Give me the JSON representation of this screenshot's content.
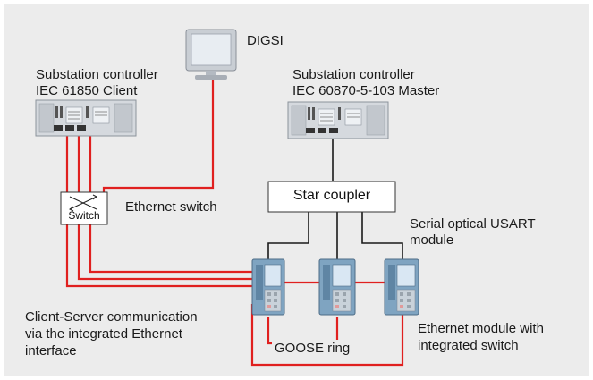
{
  "labels": {
    "digsi": "DIGSI",
    "controller_left_line1": "Substation controller",
    "controller_left_line2": "IEC 61850 Client",
    "controller_right_line1": "Substation controller",
    "controller_right_line2": "IEC 60870-5-103 Master",
    "ethernet_switch": "Ethernet switch",
    "switch_box": "Switch",
    "star_coupler": "Star coupler",
    "usart_line1": "Serial optical USART",
    "usart_line2": "module",
    "client_server_line1": "Client-Server communication",
    "client_server_line2": "via the integrated Ethernet",
    "client_server_line3": "interface",
    "goose_ring": "GOOSE ring",
    "eth_module_line1": "Ethernet module with",
    "eth_module_line2": "integrated switch"
  },
  "colors": {
    "background": "#ececec",
    "red_link": "#e0201f",
    "black_link": "#1a1a1a",
    "device_frame": "#d5d9de",
    "relay_body": "#7fa4c1",
    "relay_screen": "#d9e7f3"
  },
  "icons": [
    "monitor-icon",
    "rack-controller-icon",
    "switch-icon",
    "protection-relay-icon"
  ]
}
